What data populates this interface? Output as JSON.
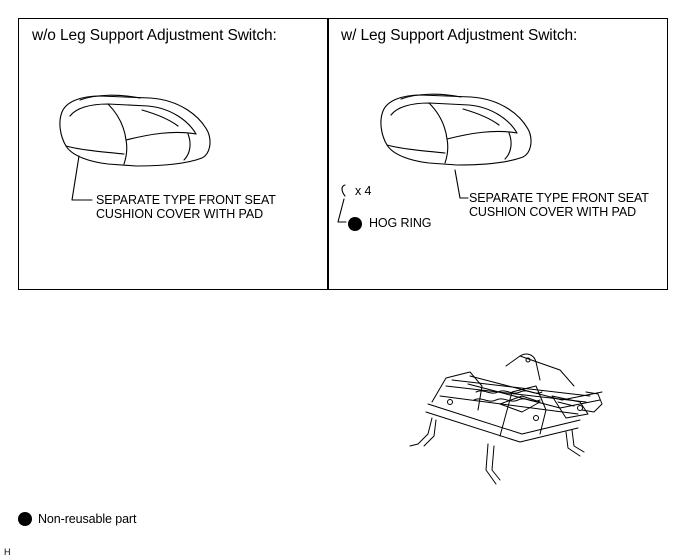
{
  "left_panel": {
    "heading": "w/o Leg Support Adjustment Switch:",
    "callout_line1": "SEPARATE TYPE FRONT SEAT",
    "callout_line2": "CUSHION COVER WITH PAD"
  },
  "right_panel": {
    "heading": "w/ Leg Support Adjustment Switch:",
    "callout_line1": "SEPARATE TYPE FRONT SEAT",
    "callout_line2": "CUSHION COVER WITH PAD",
    "quantity": "x 4",
    "hog_ring_label": "HOG RING"
  },
  "legend": {
    "symbol": "black-dot-icon",
    "label": "Non-reusable part"
  },
  "figure_code": "H"
}
